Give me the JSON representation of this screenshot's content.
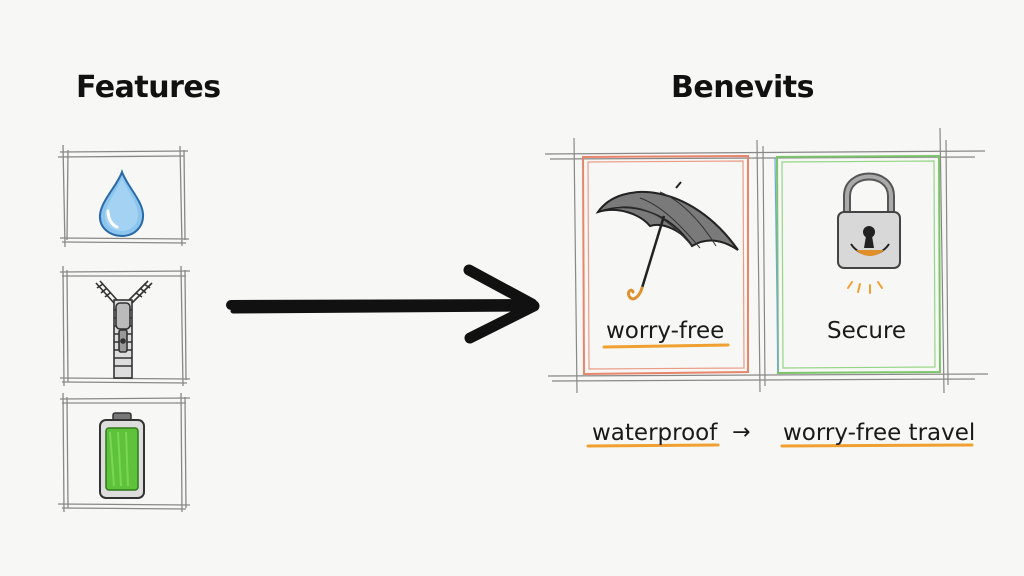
{
  "features": {
    "heading": "Features",
    "items": [
      {
        "icon": "water-drop-icon"
      },
      {
        "icon": "zipper-icon"
      },
      {
        "icon": "battery-icon"
      }
    ]
  },
  "benefits": {
    "heading": "Benevits",
    "cards": [
      {
        "icon": "umbrella-icon",
        "label": "worry-free",
        "border_color": "#e8856a"
      },
      {
        "icon": "padlock-icon",
        "label": "Secure",
        "border_color": "#7cc46a"
      }
    ]
  },
  "mapping": {
    "from": "waterproof",
    "arrow": "→",
    "to": "worry-free travel"
  },
  "colors": {
    "underline": "#f0a030",
    "drop_blue": "#6fb3e6",
    "battery_green": "#5ec33a"
  }
}
